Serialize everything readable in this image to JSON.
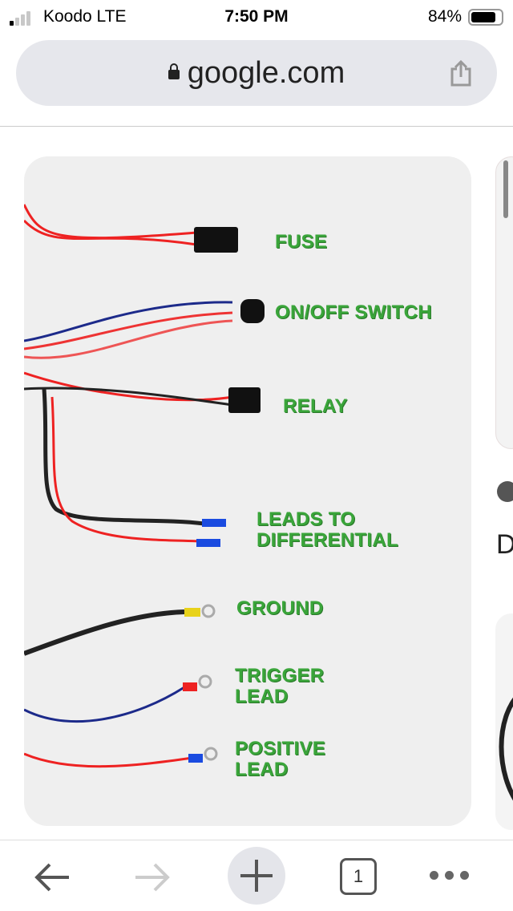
{
  "status_bar": {
    "carrier": "Koodo  LTE",
    "time": "7:50 PM",
    "battery": "84%",
    "battery_level": 0.84
  },
  "address_bar": {
    "url": "google.com"
  },
  "image": {
    "labels": {
      "fuse": "FUSE",
      "switch": "ON/OFF SWITCH",
      "relay": "RELAY",
      "leads1": "LEADS TO",
      "leads2": "DIFFERENTIAL",
      "ground": "GROUND",
      "trigger1": "TRIGGER",
      "trigger2": "LEAD",
      "positive1": "POSITIVE",
      "positive2": "LEAD"
    }
  },
  "side": {
    "partial_text": "D"
  },
  "toolbar": {
    "tab_count": "1"
  }
}
